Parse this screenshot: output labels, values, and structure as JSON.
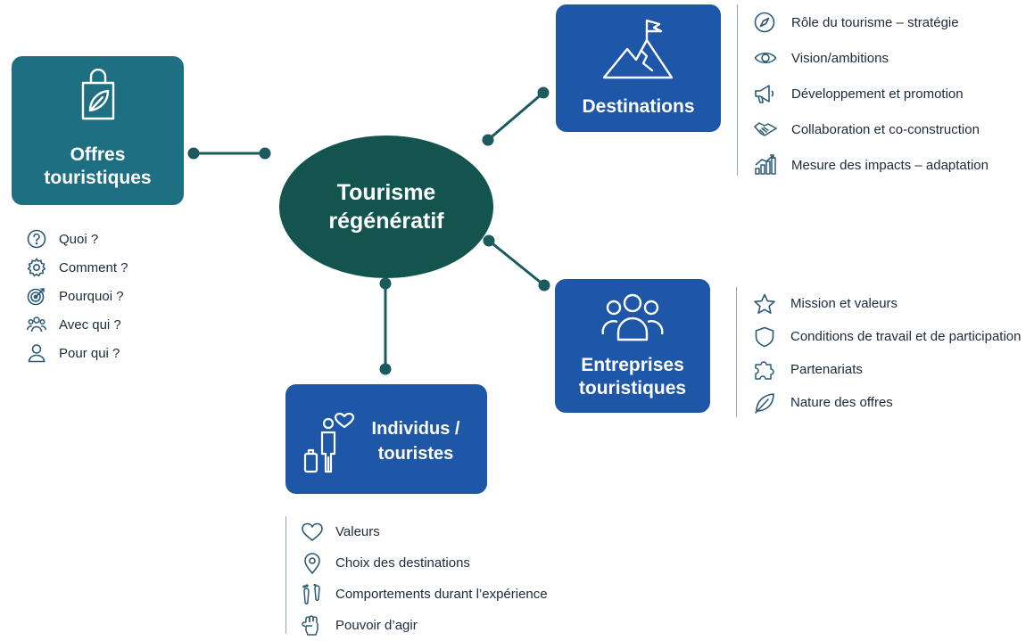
{
  "center": {
    "line1": "Tourisme",
    "line2": "régénératif"
  },
  "offres": {
    "line1": "Offres",
    "line2": "touristiques",
    "icon": "shopping-bag-leaf-icon",
    "items": [
      {
        "label": "Quoi ?",
        "icon": "question-icon"
      },
      {
        "label": "Comment ?",
        "icon": "gear-icon"
      },
      {
        "label": "Pourquoi ?",
        "icon": "target-icon"
      },
      {
        "label": "Avec qui ?",
        "icon": "group-icon"
      },
      {
        "label": "Pour qui ?",
        "icon": "person-icon"
      }
    ]
  },
  "destinations": {
    "title": "Destinations",
    "icon": "mountain-flag-icon",
    "items": [
      {
        "label": "Rôle du tourisme – stratégie",
        "icon": "compass-icon"
      },
      {
        "label": "Vision/ambitions",
        "icon": "eye-icon"
      },
      {
        "label": "Développement et promotion",
        "icon": "megaphone-icon"
      },
      {
        "label": "Collaboration et co-construction",
        "icon": "handshake-icon"
      },
      {
        "label": "Mesure des impacts – adaptation",
        "icon": "growth-chart-icon"
      }
    ]
  },
  "entreprises": {
    "line1": "Entreprises",
    "line2": "touristiques",
    "icon": "team-icon",
    "items": [
      {
        "label": "Mission et valeurs",
        "icon": "star-icon"
      },
      {
        "label": "Conditions de travail et de participation",
        "icon": "shield-icon"
      },
      {
        "label": "Partenariats",
        "icon": "puzzle-icon"
      },
      {
        "label": "Nature des offres",
        "icon": "leaf-icon"
      }
    ]
  },
  "individus": {
    "line1": "Individus /",
    "line2": "touristes",
    "icon": "traveler-heart-icon",
    "items": [
      {
        "label": "Valeurs",
        "icon": "heart-icon"
      },
      {
        "label": "Choix des destinations",
        "icon": "location-pin-icon"
      },
      {
        "label": "Comportements durant l’expérience",
        "icon": "footprints-icon"
      },
      {
        "label": "Pouvoir d’agir",
        "icon": "raised-fist-icon"
      }
    ]
  },
  "colors": {
    "teal_box": "#1f6f82",
    "blue_box": "#1e56a8",
    "center_ellipse": "#13544f",
    "connector": "#1d5a5e"
  }
}
